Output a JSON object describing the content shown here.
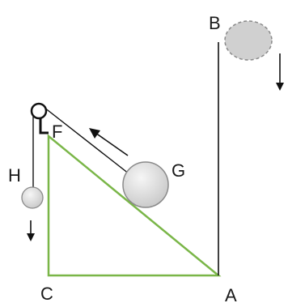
{
  "labels": {
    "A": "A",
    "B": "B",
    "C": "C",
    "F": "F",
    "G": "G",
    "H": "H"
  },
  "colors": {
    "triangle": "#7ab648",
    "line": "#111111",
    "ball_fill": "#dcdcdc",
    "ball_stroke": "#8a8a8a",
    "ghost_fill": "#d0d0d0",
    "ghost_stroke": "#8a8a8a"
  }
}
